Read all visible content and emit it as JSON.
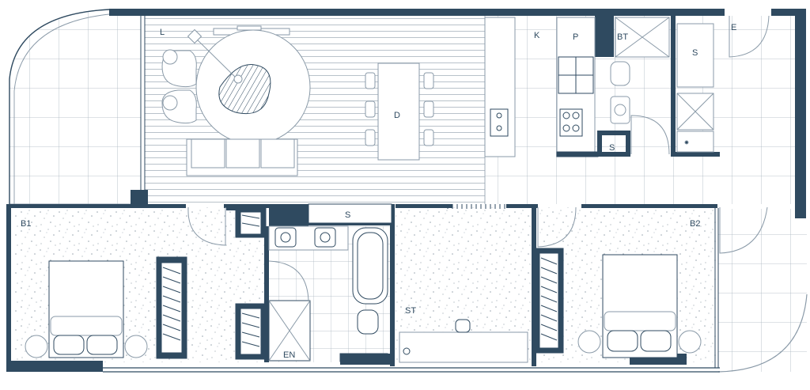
{
  "colors": {
    "wall": "#2f4a60",
    "line": "#8a9aa8",
    "floor_board": "#b9c2ca",
    "speckle": "#9aa6b0",
    "background": "#ffffff"
  },
  "rooms": {
    "living": "L",
    "kitchen": "K",
    "pantry": "P",
    "bath_toilet": "BT",
    "entry": "E",
    "storage_entry": "S",
    "dining": "D",
    "storage_small": "S",
    "storage_hall": "S",
    "bedroom_1": "B1",
    "bedroom_2": "B2",
    "study": "ST",
    "ensuite": "EN"
  }
}
